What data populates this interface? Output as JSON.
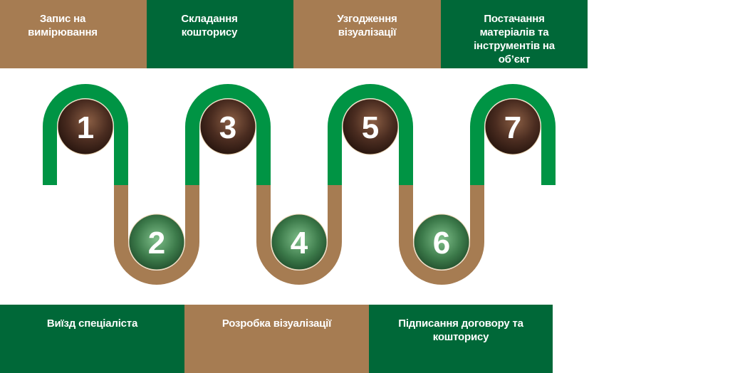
{
  "colors": {
    "brown": "#a67c52",
    "dark_green": "#006838",
    "bright_green": "#009444",
    "circle_brown": "#4a2c20",
    "circle_green": "#3c7a4a"
  },
  "top_steps": [
    {
      "label": "Запис на вимірювання"
    },
    {
      "label": "Складання кошторису"
    },
    {
      "label": "Узгодження візуалізації"
    },
    {
      "label": "Постачання матеріалів та інструментів на об’єкт"
    }
  ],
  "bottom_steps": [
    {
      "label": "Виїзд спеціаліста"
    },
    {
      "label": "Розробка візуалізації"
    },
    {
      "label": "Підписання договору та кошторису"
    }
  ],
  "numbers": [
    "1",
    "2",
    "3",
    "4",
    "5",
    "6",
    "7"
  ]
}
